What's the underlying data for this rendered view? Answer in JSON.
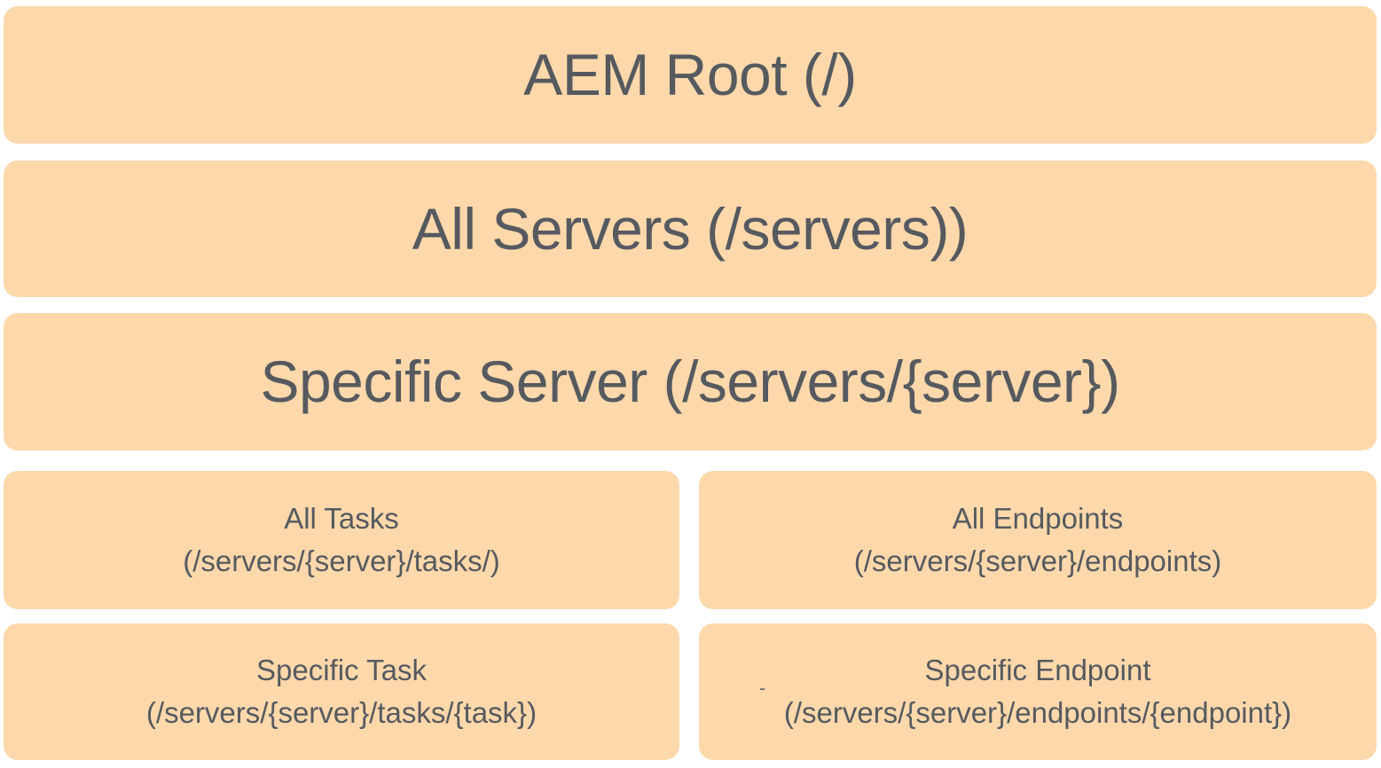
{
  "diagram": {
    "title_context": "AEM REST API route hierarchy",
    "colors": {
      "box_fill": "#FCD8AB",
      "text": "#565A5F",
      "background": "#FFFFFF"
    },
    "boxes": {
      "aem_root": {
        "label": "AEM Root (/)"
      },
      "all_servers": {
        "label": "All Servers (/servers))"
      },
      "specific_server": {
        "label": "Specific Server (/servers/{server})"
      },
      "all_tasks": {
        "title": "All Tasks",
        "path": "(/servers/{server}/tasks/)"
      },
      "all_endpoints": {
        "title": "All Endpoints",
        "path": "(/servers/{server}/endpoints)"
      },
      "specific_task": {
        "title": "Specific Task",
        "path": "(/servers/{server}/tasks/{task})"
      },
      "specific_endpoint": {
        "title": "Specific Endpoint",
        "path": "(/servers/{server}/endpoints/{endpoint})",
        "artifact_mark": "-"
      }
    }
  }
}
